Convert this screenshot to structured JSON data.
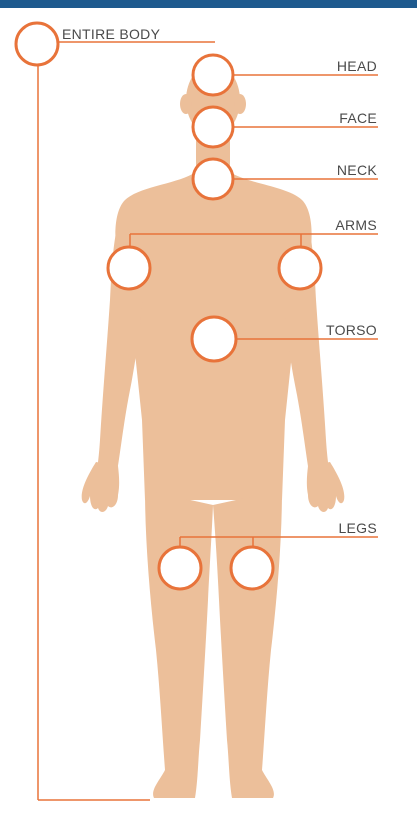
{
  "colors": {
    "accent": "#e8733a",
    "body": "#ecbf9a",
    "header_bar": "#1e5a8e",
    "label_text": "#4a4a4a"
  },
  "labels": {
    "entire_body": "ENTIRE BODY",
    "head": "HEAD",
    "face": "FACE",
    "neck": "NECK",
    "arms": "ARMS",
    "torso": "TORSO",
    "legs": "LEGS"
  }
}
